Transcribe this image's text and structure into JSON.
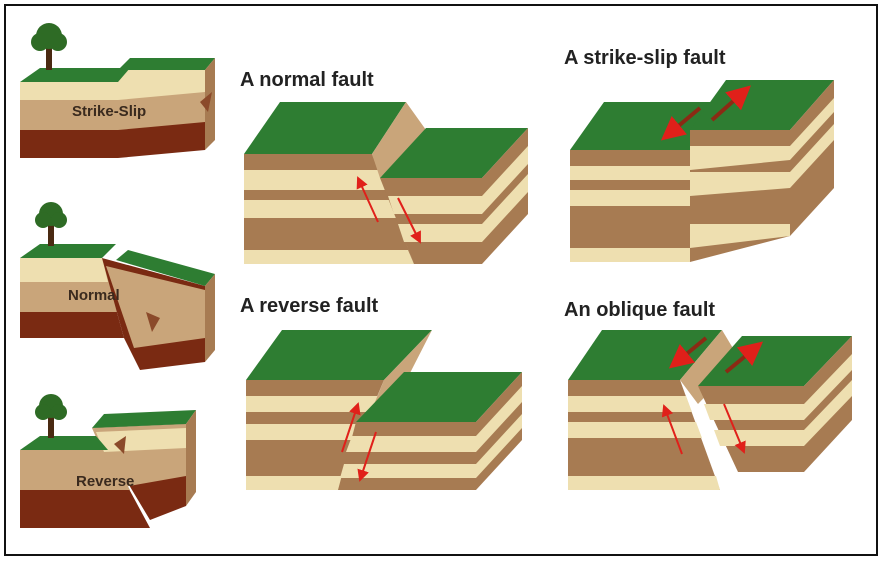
{
  "titles": {
    "normal_fault": "A normal fault",
    "strike_slip_fault": "A strike-slip fault",
    "reverse_fault": "A reverse fault",
    "oblique_fault": "An oblique fault"
  },
  "side_labels": {
    "strike_slip": "Strike-Slip",
    "normal": "Normal",
    "reverse": "Reverse"
  },
  "colors": {
    "grass": "#2e7d32",
    "tan_light": "#eedfb0",
    "tan": "#c9a57a",
    "brown": "#a77b52",
    "dark_brown": "#7a2a12",
    "arrow_red": "#e0201a",
    "tree_green": "#2e6b25"
  }
}
